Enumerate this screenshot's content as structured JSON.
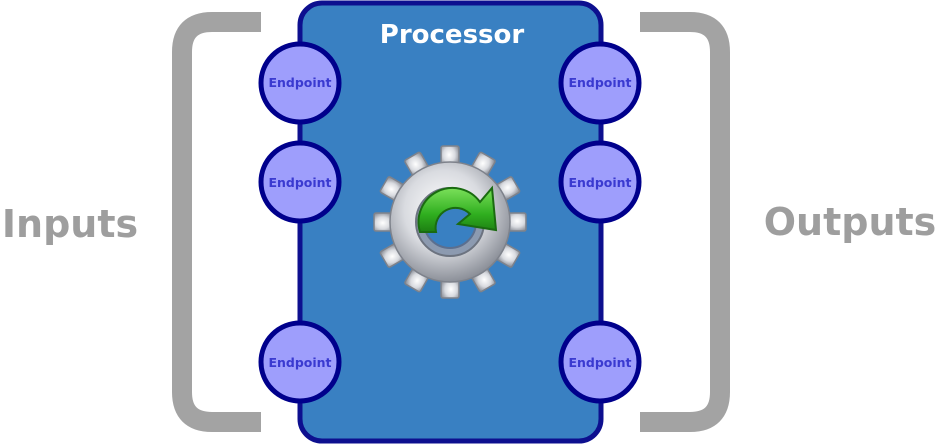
{
  "diagram": {
    "processor_title": "Processor",
    "inputs_label": "Inputs",
    "outputs_label": "Outputs",
    "endpoint_label": "Endpoint",
    "input_endpoints": [
      "Endpoint",
      "Endpoint",
      "Endpoint"
    ],
    "output_endpoints": [
      "Endpoint",
      "Endpoint",
      "Endpoint"
    ],
    "icon": "gear-refresh-icon"
  },
  "colors": {
    "processor_fill": "#3980c2",
    "processor_border": "#0d0f8f",
    "endpoint_fill": "#9e9efc",
    "endpoint_border": "#00008c",
    "endpoint_text": "#3a3ad0",
    "bracket": "#a3a3a3",
    "side_label": "#9e9e9e",
    "title": "#ffffff"
  }
}
